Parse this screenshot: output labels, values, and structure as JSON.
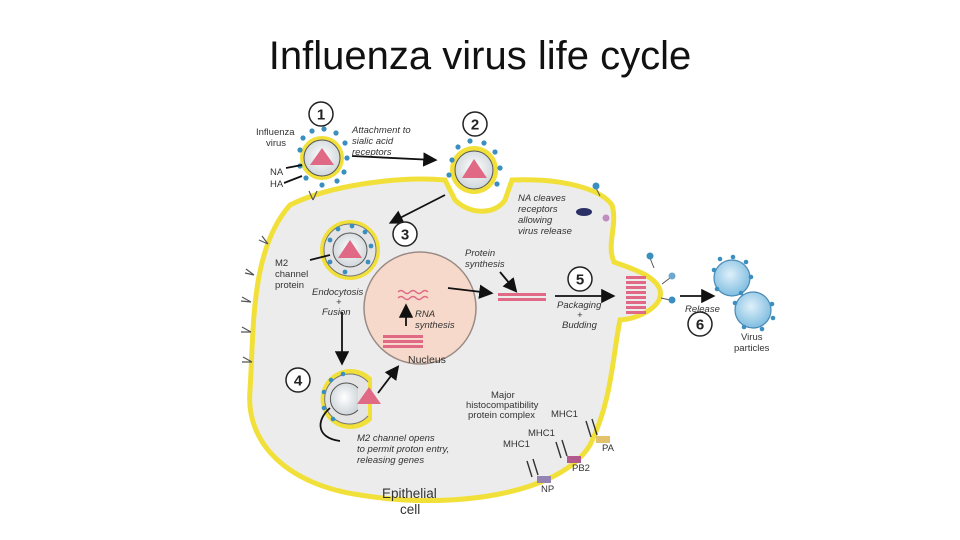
{
  "title": "Influenza virus life cycle",
  "labels": {
    "influenza_virus": [
      "Influenza",
      "virus"
    ],
    "na": "NA",
    "ha": "HA",
    "attachment": [
      "Attachment to",
      "sialic acid",
      "receptors"
    ],
    "na_cleaves": [
      "NA cleaves",
      "receptors",
      "allowing",
      "virus release"
    ],
    "m2_channel_protein": [
      "M2",
      "channel",
      "protein"
    ],
    "endocytosis": [
      "Endocytosis",
      "+",
      "Fusion"
    ],
    "protein_synthesis": [
      "Protein",
      "synthesis"
    ],
    "rna_synthesis": [
      "RNA",
      "synthesis"
    ],
    "nucleus": "Nucleus",
    "packaging": [
      "Packaging",
      "+",
      "Budding"
    ],
    "release": "Release",
    "virus_particles": [
      "Virus",
      "particles"
    ],
    "m2_opens": [
      "M2 channel opens",
      "to permit proton entry,",
      "releasing genes"
    ],
    "mhc_title": [
      "Major",
      "histocompatibility",
      "protein complex"
    ],
    "mhc1": "MHC1",
    "pa": "PA",
    "pb2": "PB2",
    "np": "NP",
    "epithelial_cell": [
      "Epithelial",
      "cell"
    ]
  },
  "steps": [
    "1",
    "2",
    "3",
    "4",
    "5",
    "6"
  ],
  "colors": {
    "membrane": "#f2e03a",
    "cytoplasm": "#ececec",
    "nucleus": "#f6d9ca",
    "rna": "#e06a86",
    "virus_spike": "#3b8fbf",
    "released_virus": "#8fc7e4"
  }
}
